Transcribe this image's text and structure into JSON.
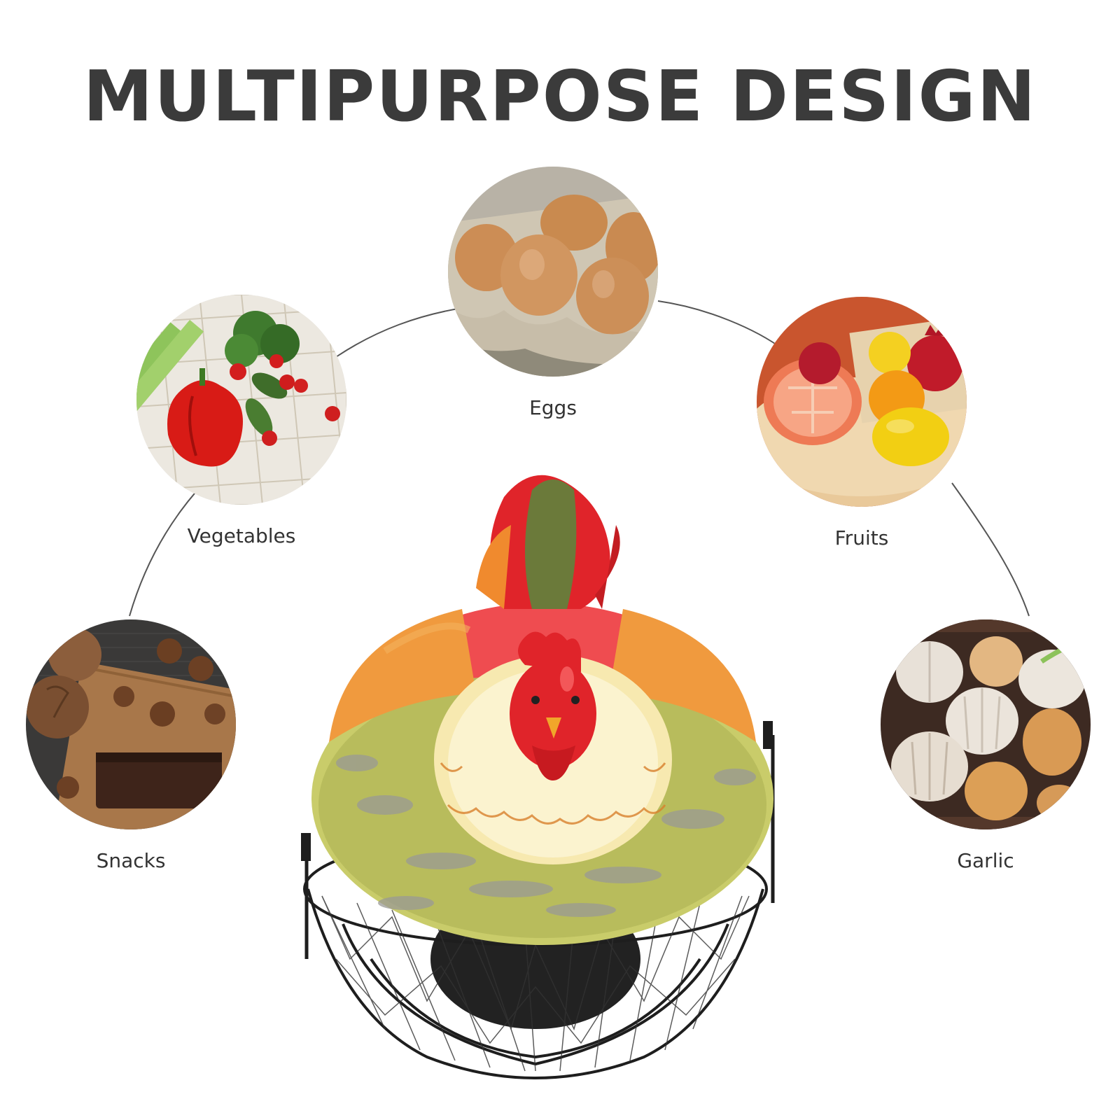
{
  "title": "MULTIPURPOSE DESIGN",
  "uses": [
    {
      "label": "Eggs",
      "icon": "eggs-photo"
    },
    {
      "label": "Vegetables",
      "icon": "vegetables-photo"
    },
    {
      "label": "Fruits",
      "icon": "fruits-photo"
    },
    {
      "label": "Snacks",
      "icon": "snacks-photo"
    },
    {
      "label": "Garlic",
      "icon": "garlic-photo"
    }
  ],
  "product": {
    "icon": "rooster-egg-basket"
  },
  "colors": {
    "title": "#3b3b3b",
    "label": "#333333",
    "arc": "#555555",
    "basket_wire": "#1e1e1e",
    "hen_red": "#e0242a",
    "hen_body": "#c9cc6a"
  }
}
